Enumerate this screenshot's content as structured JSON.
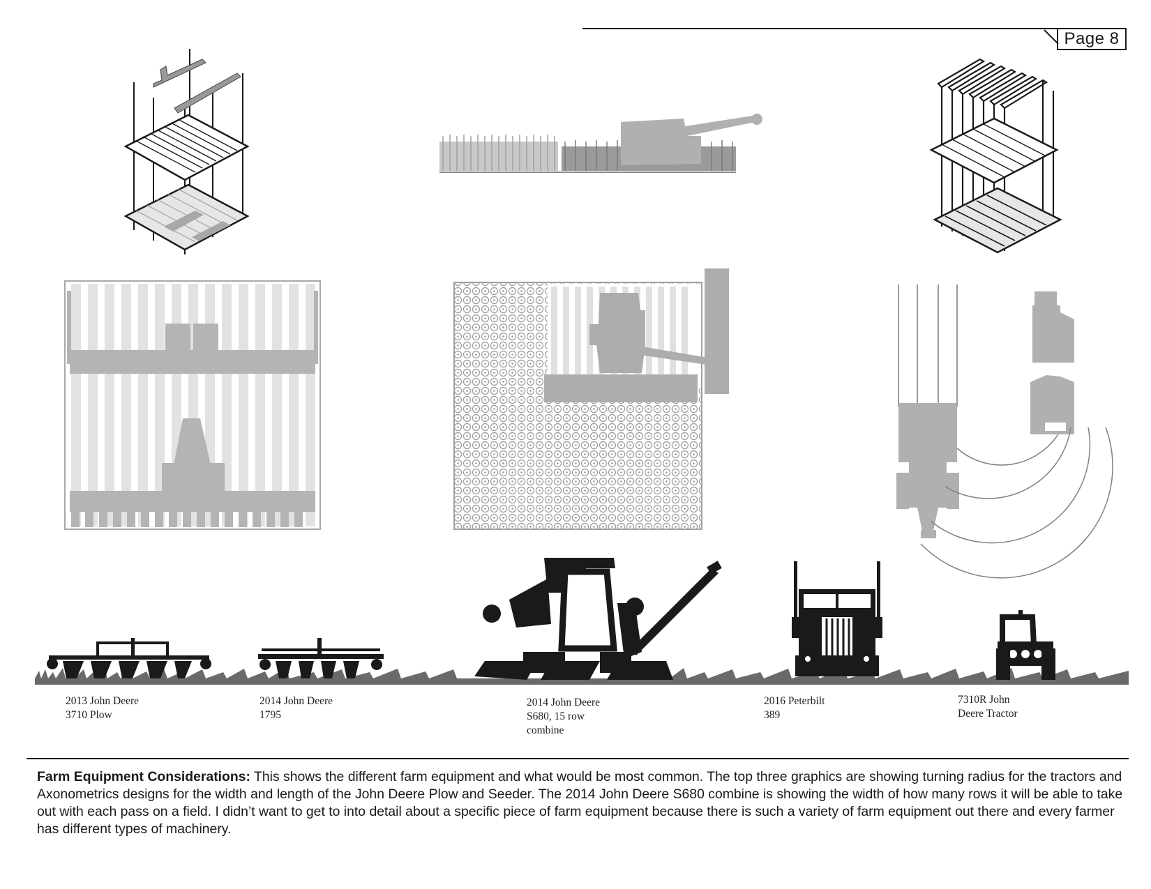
{
  "header": {
    "page_label": "Page 8"
  },
  "equipment": [
    {
      "line1": "2013 John Deere",
      "line2": "3710 Plow",
      "line3": ""
    },
    {
      "line1": "2014 John Deere",
      "line2": "1795",
      "line3": ""
    },
    {
      "line1": "2014 John Deere",
      "line2": "S680, 15 row",
      "line3": "combine"
    },
    {
      "line1": "2016 Peterbilt",
      "line2": "389",
      "line3": ""
    },
    {
      "line1": "7310R John",
      "line2": "Deere Tractor",
      "line3": ""
    }
  ],
  "description": {
    "heading": "Farm Equipment Considerations:",
    "body": " This shows the different farm equipment and what would be most common. The top three graphics are showing turning radius for the tractors and Axonometrics designs for the width and length of the John Deere Plow and Seeder. The 2014 John Deere S680 combine is showing the width of how many rows it will be able to take out with each pass on a field. I didn’t want to get to into detail about a specific piece of farm equipment because there is such a variety of farm equipment out there and every farmer has different types of machinery."
  },
  "colors": {
    "ink": "#1a1a1a",
    "gray": "#b0b0b0",
    "light_gray": "#dcdcdc",
    "ground": "#6a6a6a"
  }
}
